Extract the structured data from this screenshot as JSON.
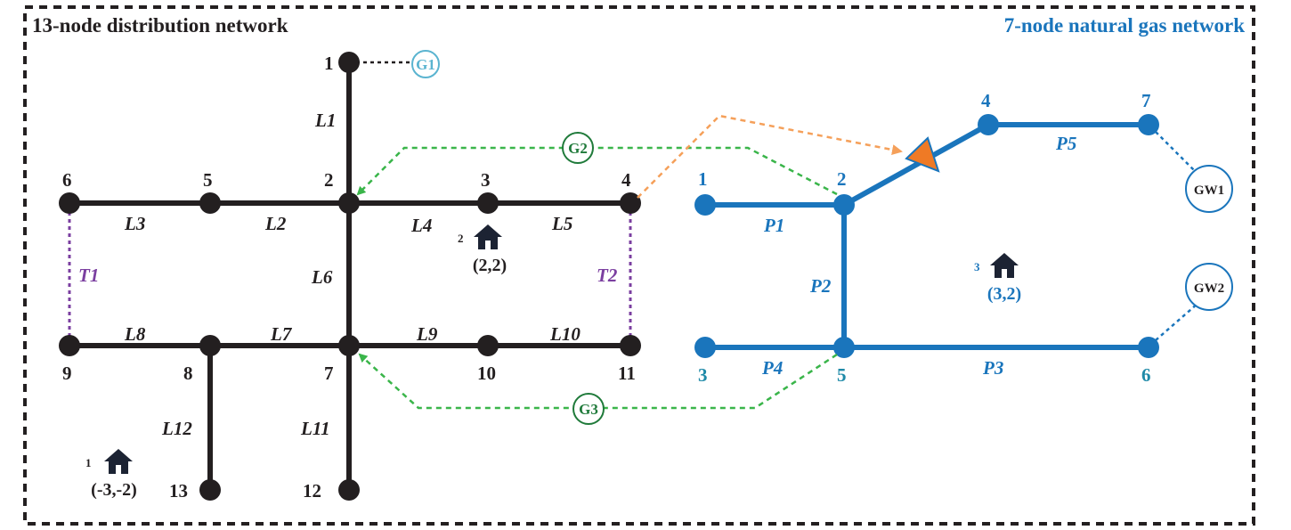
{
  "titles": {
    "distribution": "13-node distribution network",
    "gas": "7-node natural gas network"
  },
  "colors": {
    "power": "#231f20",
    "gas": "#1a75bc",
    "gas_label": "#1f8aa8",
    "coupling": "#3ab54a",
    "tie": "#7b3fa0",
    "compressor": "#f5a05a",
    "g1": "#5ab4d0"
  },
  "power": {
    "nodes": [
      "1",
      "2",
      "3",
      "4",
      "5",
      "6",
      "7",
      "8",
      "9",
      "10",
      "11",
      "12",
      "13"
    ],
    "lines": [
      "L1",
      "L2",
      "L3",
      "L4",
      "L5",
      "L6",
      "L7",
      "L8",
      "L9",
      "L10",
      "L11",
      "L12"
    ],
    "ties": [
      "T1",
      "T2"
    ]
  },
  "gas": {
    "nodes": [
      "1",
      "2",
      "3",
      "4",
      "5",
      "6",
      "7"
    ],
    "pipes": [
      "P1",
      "P2",
      "P3",
      "P4",
      "P5"
    ],
    "wells": [
      "GW1",
      "GW2"
    ]
  },
  "generators": [
    "G1",
    "G2",
    "G3"
  ],
  "buildings": [
    {
      "id": "1",
      "coord": "(-3,-2)"
    },
    {
      "id": "2",
      "coord": "(2,2)"
    },
    {
      "id": "3",
      "coord": "(3,2)"
    }
  ]
}
